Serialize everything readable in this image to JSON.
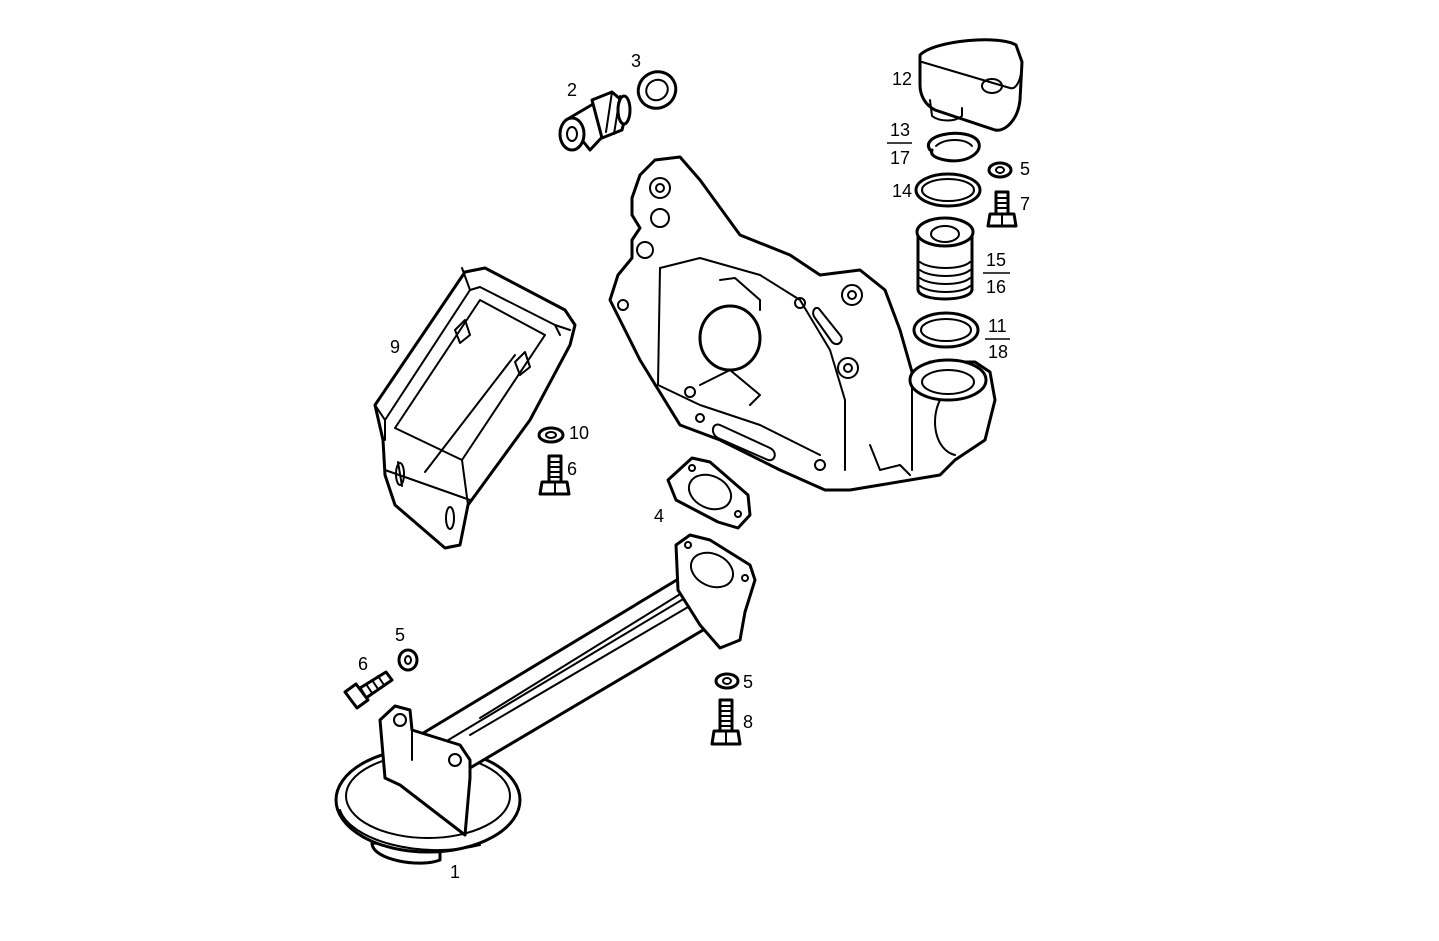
{
  "diagram": {
    "callouts": {
      "c1": "1",
      "c2": "2",
      "c3": "3",
      "c4": "4",
      "c5a": "5",
      "c5b": "5",
      "c5c": "5",
      "c6a": "6",
      "c6b": "6",
      "c7": "7",
      "c8": "8",
      "c9": "9",
      "c10": "10",
      "c11": "11",
      "c18": "18",
      "c12": "12",
      "c13": "13",
      "c17": "17",
      "c14": "14",
      "c15": "15",
      "c16": "16"
    }
  }
}
